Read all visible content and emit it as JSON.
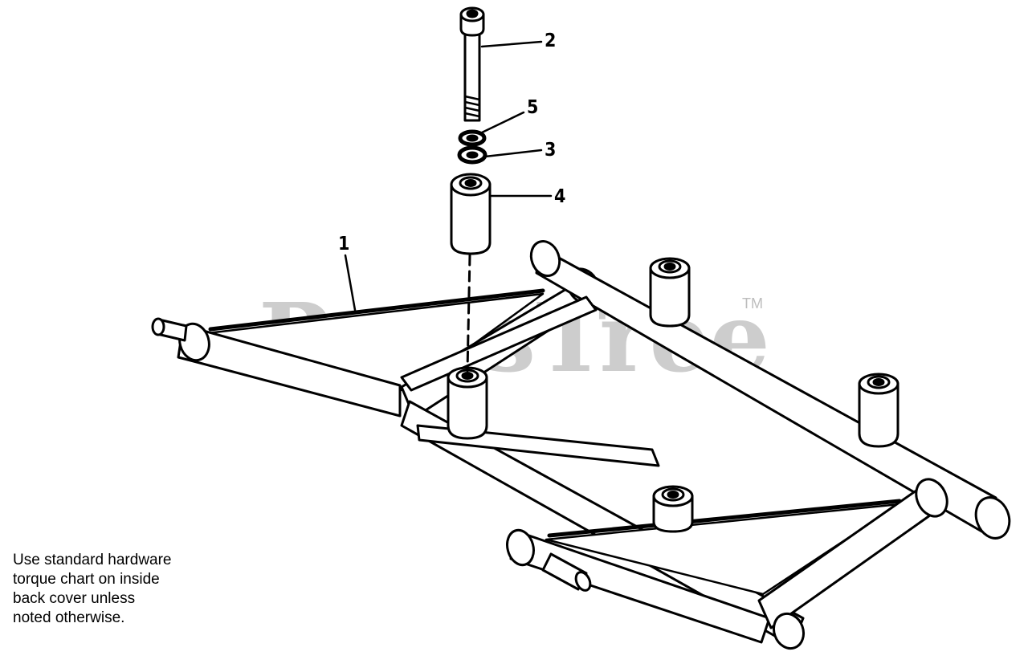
{
  "watermark": {
    "text": "PartsTree",
    "trademark": "TM"
  },
  "callouts": [
    {
      "id": "1",
      "label": "1"
    },
    {
      "id": "2",
      "label": "2"
    },
    {
      "id": "3",
      "label": "3"
    },
    {
      "id": "4",
      "label": "4"
    },
    {
      "id": "5",
      "label": "5"
    }
  ],
  "note": {
    "lines": [
      "Use standard hardware",
      "torque chart on inside",
      "back cover unless",
      "noted otherwise."
    ]
  },
  "colors": {
    "line": "#000000",
    "watermark": "#bdbdbd",
    "background": "#ffffff"
  }
}
